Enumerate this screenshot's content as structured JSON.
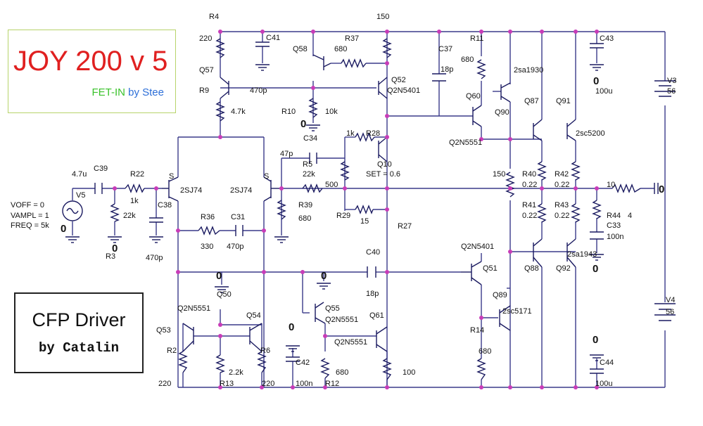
{
  "title": {
    "main": "JOY 200 v 5",
    "fet_in": "FET-IN",
    "by": "by Stee"
  },
  "footer": {
    "line1": "CFP Driver",
    "line2": "by Catalin"
  },
  "labels": {
    "R4": "R4",
    "r220a": "220",
    "C41": "C41",
    "Q58": "Q58",
    "r680a": "680",
    "R37": "R37",
    "v150top": "150",
    "R11": "R11",
    "r680b": "680",
    "C43": "C43",
    "Q57": "Q57",
    "C37": "C37",
    "c18p": "18p",
    "sa1930": "2sa1930",
    "R9": "R9",
    "c470p": "470p",
    "Q52": "Q52",
    "Q2N5401a": "Q2N5401",
    "zero_a": "0",
    "c100u_a": "100u",
    "V3": "V3",
    "v56a": "56",
    "r47k": "4.7k",
    "R10": "R10",
    "r10k": "10k",
    "Q60": "Q60",
    "Q87": "Q87",
    "Q91": "Q91",
    "Q90": "Q90",
    "zero_b": "0",
    "C34": "C34",
    "r1k_a": "1k",
    "R28": "R28",
    "sc5200": "2sc5200",
    "Q2N5551a": "Q2N5551",
    "c47p": "47p",
    "R5": "R5",
    "r22k_a": "22k",
    "Q10": "Q10",
    "c47u": "4.7u",
    "C39": "C39",
    "R22": "R22",
    "SET": "SET = 0.6",
    "r150mid": "150",
    "R40": "R40",
    "R42": "R42",
    "S1": "S",
    "S2": "S",
    "j2SJ74a": "2SJ74",
    "j2SJ74b": "2SJ74",
    "v500": "500",
    "r022a": "0.22",
    "r022b": "0.22",
    "r10": "10",
    "out0": "0",
    "V5": "V5",
    "r1k_b": "1k",
    "C38": "C38",
    "voff": "VOFF = 0",
    "vampl": "VAMPL = 1",
    "freq": "FREQ = 5k",
    "r22k_b": "22k",
    "R39": "R39",
    "R29": "R29",
    "r680c": "680",
    "r15": "15",
    "R41": "R41",
    "R43": "R43",
    "R44": "R44",
    "r4": "4",
    "r022c": "0.22",
    "r022d": "0.22",
    "C33": "C33",
    "R36": "R36",
    "C31": "C31",
    "R27": "R27",
    "c100n_a": "100n",
    "zero_c": "0",
    "R3": "R3",
    "zero_d": "0",
    "c470p_b": "470p",
    "r330": "330",
    "c470p_c": "470p",
    "Q2N5401b": "Q2N5401",
    "Q88": "Q88",
    "Q92": "Q92",
    "sa1943": "2sa1943",
    "zero_e": "0",
    "C40": "C40",
    "zero_f": "0",
    "zero_g": "0",
    "Q51": "Q51",
    "Q50": "Q50",
    "Q89": "Q89",
    "c18p_b": "18p",
    "V4": "V4",
    "v56b": "56",
    "Q2N5551b": "Q2N5551",
    "Q54": "Q54",
    "Q55": "Q55",
    "Q2N5551c": "Q2N5551",
    "sc5171": "2sc5171",
    "Q53": "Q53",
    "zero_h": "0",
    "Q61": "Q61",
    "R14": "R14",
    "R2": "R2",
    "R6": "R6",
    "C42": "C42",
    "Q2N5551d": "Q2N5551",
    "r680d": "680",
    "r22k_c": "2.2k",
    "r680e": "680",
    "r100": "100",
    "C44": "C44",
    "zero_i": "0",
    "r220b": "220",
    "R13": "R13",
    "r220c": "220",
    "c100n_b": "100n",
    "R12": "R12",
    "c100u_b": "100u"
  },
  "colors": {
    "wire": "#3a3a8a",
    "node": "#c83cb8",
    "title_red": "#e02020",
    "fet_green": "#39c22a",
    "by_blue": "#2d6fd8"
  }
}
